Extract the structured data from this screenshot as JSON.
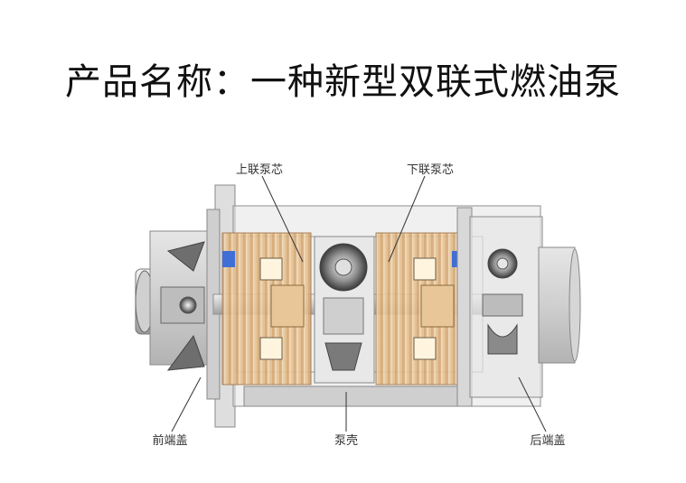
{
  "title": "产品名称：一种新型双联式燃油泵",
  "labels": {
    "upper_core": "上联泵芯",
    "lower_core": "下联泵芯",
    "front_cover": "前端盖",
    "housing": "泵壳",
    "rear_cover": "后端盖"
  }
}
